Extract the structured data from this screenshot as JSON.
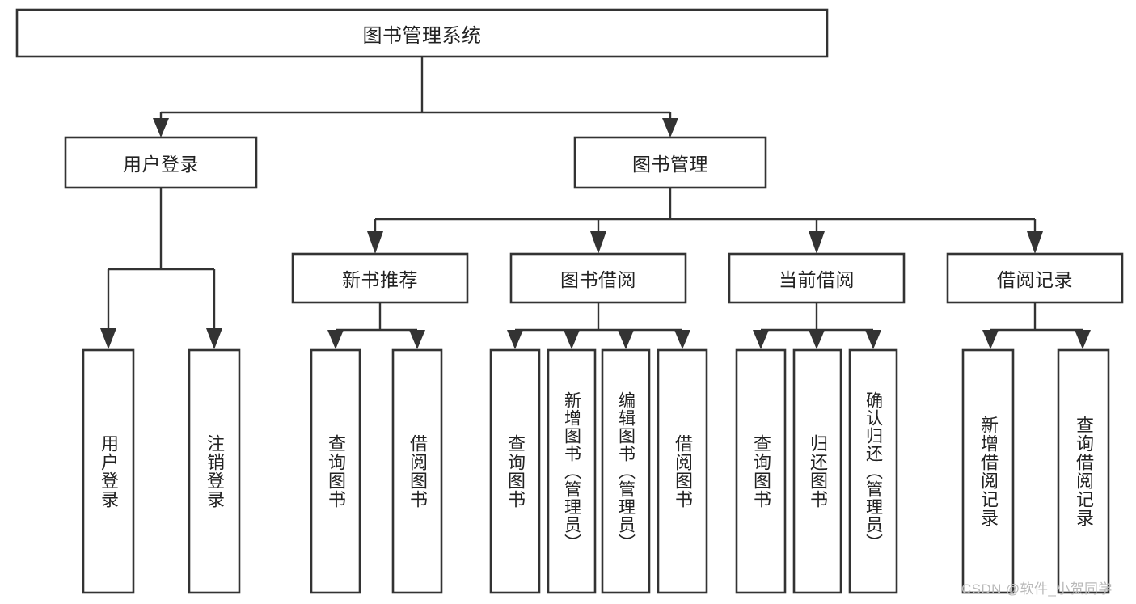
{
  "diagram": {
    "type": "tree-hierarchy",
    "title": "图书管理系统",
    "watermark": "CSDN @软件_小贺同学",
    "nodes": {
      "root": {
        "label": "图书管理系统",
        "level": 1,
        "orientation": "horizontal"
      },
      "l2": [
        {
          "id": "user-login",
          "label": "用户登录",
          "level": 2,
          "orientation": "horizontal"
        },
        {
          "id": "book-manage",
          "label": "图书管理",
          "level": 2,
          "orientation": "horizontal"
        }
      ],
      "l3": [
        {
          "id": "new-book-rec",
          "label": "新书推荐",
          "level": 3,
          "orientation": "horizontal",
          "parent": "book-manage"
        },
        {
          "id": "book-borrow",
          "label": "图书借阅",
          "level": 3,
          "orientation": "horizontal",
          "parent": "book-manage"
        },
        {
          "id": "current-borrow",
          "label": "当前借阅",
          "level": 3,
          "orientation": "horizontal",
          "parent": "book-manage"
        },
        {
          "id": "borrow-record",
          "label": "借阅记录",
          "level": 3,
          "orientation": "horizontal",
          "parent": "book-manage"
        }
      ],
      "leaves": [
        {
          "id": "leaf-user-login",
          "label": "用户登录",
          "parent": "user-login",
          "orientation": "vertical"
        },
        {
          "id": "leaf-logout",
          "label": "注销登录",
          "parent": "user-login",
          "orientation": "vertical"
        },
        {
          "id": "leaf-query-book-1",
          "label": "查询图书",
          "parent": "new-book-rec",
          "orientation": "vertical"
        },
        {
          "id": "leaf-borrow-book-1",
          "label": "借阅图书",
          "parent": "new-book-rec",
          "orientation": "vertical"
        },
        {
          "id": "leaf-query-book-2",
          "label": "查询图书",
          "parent": "book-borrow",
          "orientation": "vertical"
        },
        {
          "id": "leaf-add-book",
          "label": "新增图书（管理员）",
          "parent": "book-borrow",
          "orientation": "vertical"
        },
        {
          "id": "leaf-edit-book",
          "label": "编辑图书（管理员）",
          "parent": "book-borrow",
          "orientation": "vertical"
        },
        {
          "id": "leaf-borrow-book-2",
          "label": "借阅图书",
          "parent": "book-borrow",
          "orientation": "vertical"
        },
        {
          "id": "leaf-query-book-3",
          "label": "查询图书",
          "parent": "current-borrow",
          "orientation": "vertical"
        },
        {
          "id": "leaf-return-book",
          "label": "归还图书",
          "parent": "current-borrow",
          "orientation": "vertical"
        },
        {
          "id": "leaf-confirm-return",
          "label": "确认归还（管理员）",
          "parent": "current-borrow",
          "orientation": "vertical"
        },
        {
          "id": "leaf-add-record",
          "label": "新增借阅记录",
          "parent": "borrow-record",
          "orientation": "vertical"
        },
        {
          "id": "leaf-query-record",
          "label": "查询借阅记录",
          "parent": "borrow-record",
          "orientation": "vertical"
        }
      ]
    },
    "colors": {
      "stroke": "#333333",
      "fill": "#ffffff",
      "text": "#222222",
      "watermark": "#b9b9b9"
    }
  }
}
